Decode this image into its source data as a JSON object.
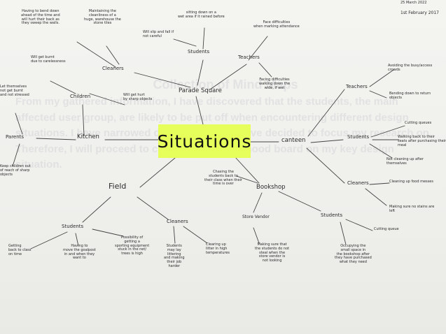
{
  "date_marks": {
    "corner": "25 March 2022",
    "dated": "1st February 2017"
  },
  "ghost_text": {
    "title": "Collection of Mind Maps",
    "body": "From my gathered information, I have discovered that the students, the main affected user group, are likely to be put off when encountering different design situations. I have narrowed down on which I have decided to focus my research on. Therefore, I will proceed to carry on writing a mood board on my key design situation."
  },
  "center": "Situations",
  "nodes": {
    "parade_square": "Parade Square",
    "kitchen": "Kitchen",
    "field": "Field",
    "canteen": "canteen",
    "bookshop": "Bookshop",
    "children": "Children",
    "parents": "Parents",
    "cleaners_top": "Cleaners",
    "students_top": "Students",
    "teachers_top": "Teachers",
    "students_field": "Students",
    "cleaners_field": "Cleaners",
    "teachers_right": "Teachers",
    "students_right": "Students",
    "cleaners_right": "Cleaners",
    "students_bookshop": "Students",
    "store_vendor": "Store Vendor"
  },
  "notes": {
    "cleaners_a": "Having to bend down\nahead of the time and\nwill hurt their back as\nthey sweep the walls.",
    "cleaners_b": "Maintaining the\ncleanliness of a\nhuge, warehouse the\nstone tiles",
    "children_a": "Will get burnt\ndue to carelessness",
    "children_b": "Will get hurt\nby sharp objects",
    "parents_a": "Let themselves\nnot get burnt\nand not stressed",
    "parents_b": "Keep children out\nof reach of sharp\nobjects",
    "students_top_a": "Will slip and fall if\nnot careful",
    "students_top_b": "sitting down on a\nwet area if it rained before",
    "teachers_top_a": "Face difficulties\nwhen marking attendance",
    "teachers_top_b": "Facing difficulties\nwalking down the\nwide, if wet",
    "teachers_right_a": "Avoiding the busy/access\ncrowds",
    "teachers_right_b": "Bending down to return\nobjects",
    "students_right_a": "Cutting queues",
    "students_right_b": "Walking back to their\nseats after purchasing their\nmeal",
    "students_right_c": "Not cleaning up after\nthemselves",
    "cleaners_right_a": "Cleaning up food messes",
    "cleaners_right_b": "Making sure no stains are\nleft",
    "bookshop_a": "Chasing the\nstudents back to\ntheir class when their\ntime is over",
    "vendor_a": "Making sure that\nthe students do not\nsteal when the\nstore vendor is\nnot looking",
    "students_bookshop_a": "Occupying the\nsmall space in\nthe bookshop after\nthey have purchased\nwhat they need",
    "students_bookshop_b": "Cutting queue",
    "field_students_a": "Getting\nback to class\non time",
    "field_students_b": "Having to\nmove the goalpost\nin and when they\nwant to",
    "field_students_c": "Possibility of\ngetting a\nsporting equipment\nstuck in the net/\ntrees is high",
    "field_cleaners_a": "Students\nmay lay\nlittering\nand making\ntheir job\nharder",
    "field_cleaners_b": "Clearing up\nlitter in high\ntemperatures"
  }
}
